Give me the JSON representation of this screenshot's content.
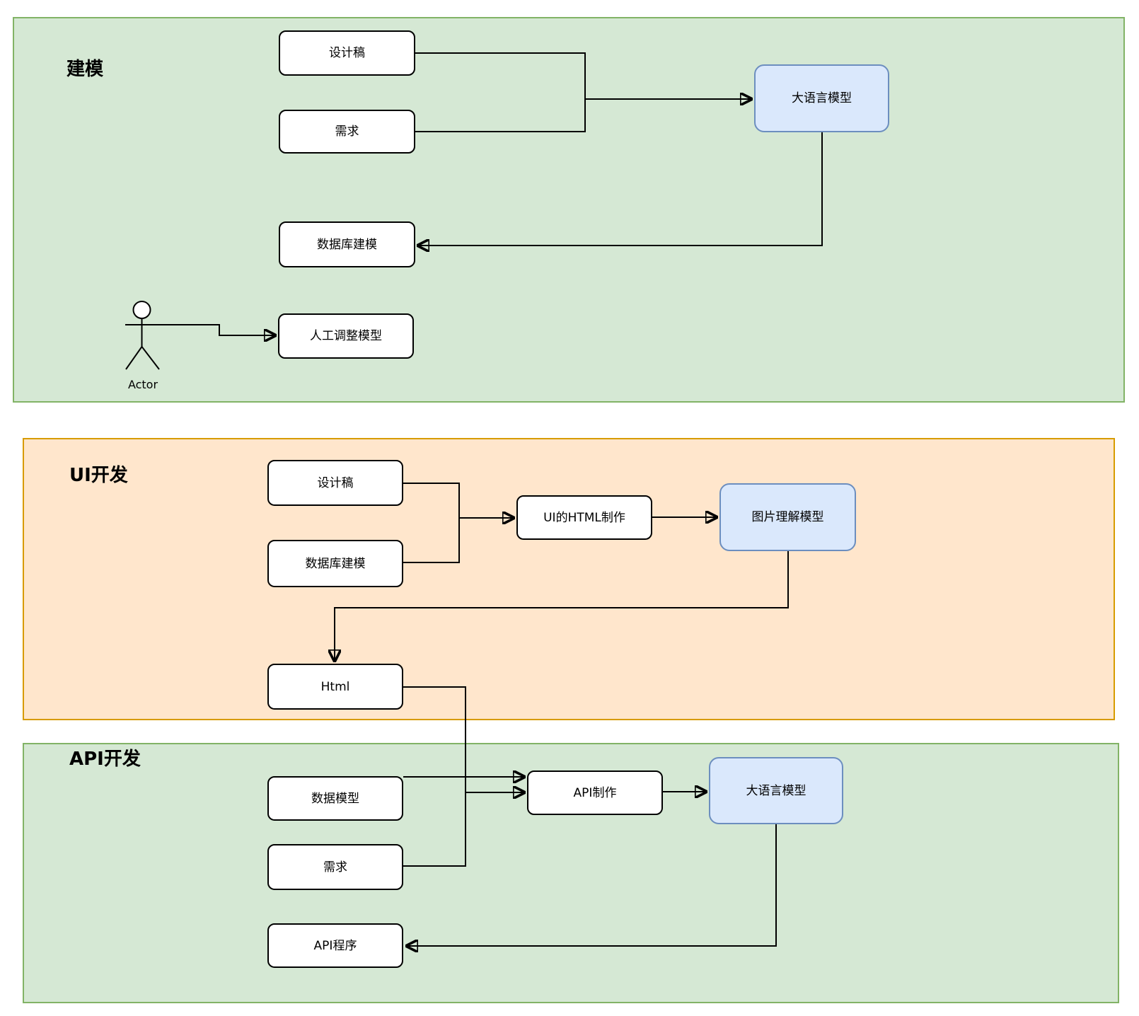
{
  "diagram": {
    "sections": {
      "modeling": {
        "title": "建模",
        "nodes": {
          "design_draft": "设计稿",
          "requirement": "需求",
          "llm": "大语言模型",
          "database_modeling": "数据库建模",
          "manual_adjust_model": "人工调整模型",
          "actor_label": "Actor"
        }
      },
      "ui_dev": {
        "title": "UI开发",
        "nodes": {
          "design_draft": "设计稿",
          "database_modeling": "数据库建模",
          "ui_html_making": "UI的HTML制作",
          "image_understanding_model": "图片理解模型",
          "html": "Html"
        }
      },
      "api_dev": {
        "title": "API开发",
        "nodes": {
          "data_model": "数据模型",
          "requirement": "需求",
          "api_making": "API制作",
          "llm": "大语言模型",
          "api_program": "API程序"
        }
      }
    },
    "edges": [
      {
        "section": "建模",
        "from": "设计稿",
        "to": "大语言模型"
      },
      {
        "section": "建模",
        "from": "需求",
        "to": "大语言模型"
      },
      {
        "section": "建模",
        "from": "大语言模型",
        "to": "数据库建模"
      },
      {
        "section": "建模",
        "from": "Actor",
        "to": "人工调整模型"
      },
      {
        "section": "UI开发",
        "from": "设计稿",
        "to": "UI的HTML制作"
      },
      {
        "section": "UI开发",
        "from": "数据库建模",
        "to": "UI的HTML制作"
      },
      {
        "section": "UI开发",
        "from": "UI的HTML制作",
        "to": "图片理解模型"
      },
      {
        "section": "UI开发",
        "from": "图片理解模型",
        "to": "Html"
      },
      {
        "section": "API开发",
        "from": "数据模型",
        "to": "API制作"
      },
      {
        "section": "API开发",
        "from": "Html",
        "to": "API制作"
      },
      {
        "section": "API开发",
        "from": "需求",
        "to": "API制作"
      },
      {
        "section": "API开发",
        "from": "API制作",
        "to": "大语言模型"
      },
      {
        "section": "API开发",
        "from": "大语言模型",
        "to": "API程序"
      }
    ],
    "colors": {
      "section_green_fill": "#d5e8d4",
      "section_green_border": "#82b366",
      "section_orange_fill": "#ffe6cc",
      "section_orange_border": "#d79b00",
      "node_blue_fill": "#dae8fc",
      "node_blue_border": "#6c8ebf",
      "node_white_fill": "#ffffff",
      "connector": "#000000"
    }
  }
}
